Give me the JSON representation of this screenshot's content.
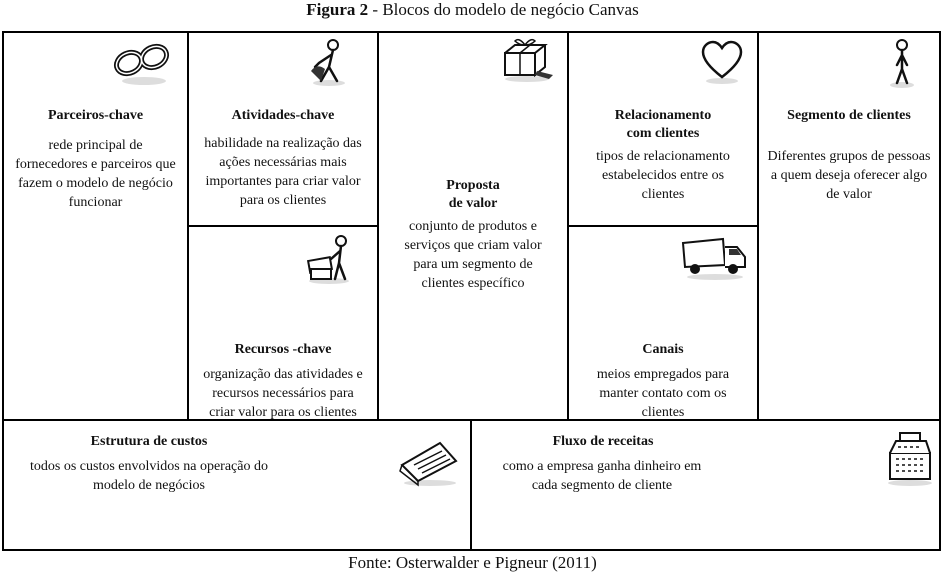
{
  "figure": {
    "title_prefix": "Figura 2",
    "title_rest": " - Blocos do modelo de negócio Canvas",
    "source": "Fonte: Osterwalder e Pigneur (2011)"
  },
  "blocks": {
    "parceiros": {
      "title": "Parceiros-chave",
      "text": "rede principal de fornecedores e parceiros que fazem o modelo de negócio funcionar",
      "icon": "chain-links-icon"
    },
    "atividades": {
      "title": "Atividades-chave",
      "text": "habilidade na realização das ações necessárias mais importantes para criar valor para os clientes",
      "icon": "worker-icon"
    },
    "recursos": {
      "title": "Recursos -chave",
      "text": "organização das atividades e recursos necessários para criar valor para os clientes",
      "icon": "person-with-boxes-icon"
    },
    "proposta": {
      "title_line1": "Proposta",
      "title_line2": "de valor",
      "text": "conjunto de produtos e serviços que criam valor para um segmento de clientes específico",
      "icon": "gift-icon"
    },
    "relacionamento": {
      "title_line1": "Relacionamento",
      "title_line2": "com clientes",
      "text": "tipos de relacionamento estabelecidos entre os clientes",
      "icon": "heart-icon"
    },
    "canais": {
      "title": "Canais",
      "text": "meios empregados para manter contato com os clientes",
      "icon": "truck-icon"
    },
    "segmento": {
      "title": "Segmento de clientes",
      "text": "Diferentes grupos de pessoas a quem deseja oferecer algo de valor",
      "icon": "person-standing-icon"
    },
    "custos": {
      "title": "Estrutura de custos",
      "text": "todos os custos envolvidos na operação do modelo de negócios",
      "icon": "receipt-icon"
    },
    "receitas": {
      "title": "Fluxo de receitas",
      "text": "como a empresa ganha dinheiro em cada segmento de cliente",
      "icon": "cash-register-icon"
    }
  }
}
